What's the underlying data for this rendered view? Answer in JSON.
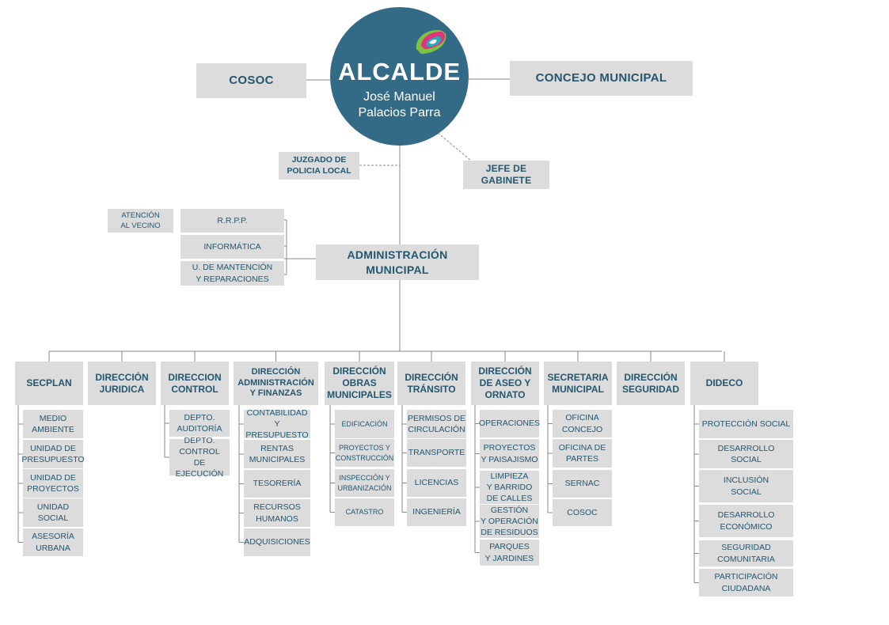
{
  "mayor": {
    "title": "ALCALDE",
    "name": "José Manuel\nPalacios Parra"
  },
  "top": {
    "cosoc": "COSOC",
    "concejo": "CONCEJO MUNICIPAL",
    "juzgado": "JUZGADO DE\nPOLICIA LOCAL",
    "jefe": "JEFE DE\nGABINETE"
  },
  "admin": {
    "title": "ADMINISTRACIÓN\nMUNICIPAL",
    "atencion": "ATENCIÓN\nAL VECINO",
    "rrpp": "R.R.P.P.",
    "informatica": "INFORMÁTICA",
    "mantencion": "U. DE MANTENCIÓN\nY REPARACIONES"
  },
  "colors": {
    "box": "#dcdcdc",
    "text": "#24576e",
    "mayor": "#336b86",
    "line": "#8a8a8a"
  },
  "departments": [
    {
      "name": "SECPLAN",
      "items": [
        "MEDIO\nAMBIENTE",
        "UNIDAD DE\nPRESUPUESTO",
        "UNIDAD DE\nPROYECTOS",
        "UNIDAD\nSOCIAL",
        "ASESORÍA\nURBANA"
      ]
    },
    {
      "name": "DIRECCIÓN\nJURIDICA",
      "items": []
    },
    {
      "name": "DIRECCION\nCONTROL",
      "items": [
        "DEPTO.\nAUDITORÍA",
        "DEPTO.\nCONTROL\nDE EJECUCIÓN"
      ]
    },
    {
      "name": "DIRECCIÓN\nADMINISTRACIÓN\nY FINANZAS",
      "items": [
        "CONTABILIDAD\nY PRESUPUESTO",
        "RENTAS\nMUNICIPALES",
        "TESORERÍA",
        "RECURSOS\nHUMANOS",
        "ADQUISICIONES"
      ]
    },
    {
      "name": "DIRECCIÓN\nOBRAS\nMUNICIPALES",
      "items": [
        "EDIFICACIÓN",
        "PROYECTOS Y\nCONSTRUCCIÓN",
        "INSPECCIÓN Y\nURBANIZACIÓN",
        "CATASTRO"
      ]
    },
    {
      "name": "DIRECCIÓN\nTRÁNSITO",
      "items": [
        "PERMISOS DE\nCIRCULACIÓN",
        "TRANSPORTE",
        "LICENCIAS",
        "INGENIERÍA"
      ]
    },
    {
      "name": "DIRECCIÓN\nDE ASEO Y\nORNATO",
      "items": [
        "OPERACIONES",
        "PROYECTOS\nY PAISAJISMO",
        "LIMPIEZA\nY BARRIDO\nDE CALLES",
        "GESTIÓN\nY OPERACIÓN\nDE RESIDUOS",
        "PARQUES\nY JARDINES"
      ]
    },
    {
      "name": "SECRETARIA\nMUNICIPAL",
      "items": [
        "OFICINA\nCONCEJO",
        "OFICINA DE\nPARTES",
        "SERNAC",
        "COSOC"
      ]
    },
    {
      "name": "DIRECCIÓN\nSEGURIDAD",
      "items": []
    },
    {
      "name": "DIDECO",
      "items": [
        "PROTECCIÓN SOCIAL",
        "DESARROLLO\nSOCIAL",
        "INCLUSIÓN\nSOCIAL",
        "DESARROLLO\nECONÓMICO",
        "SEGURIDAD\nCOMUNITARIA",
        "PARTICIPACIÓN\nCIUDADANA"
      ]
    }
  ]
}
